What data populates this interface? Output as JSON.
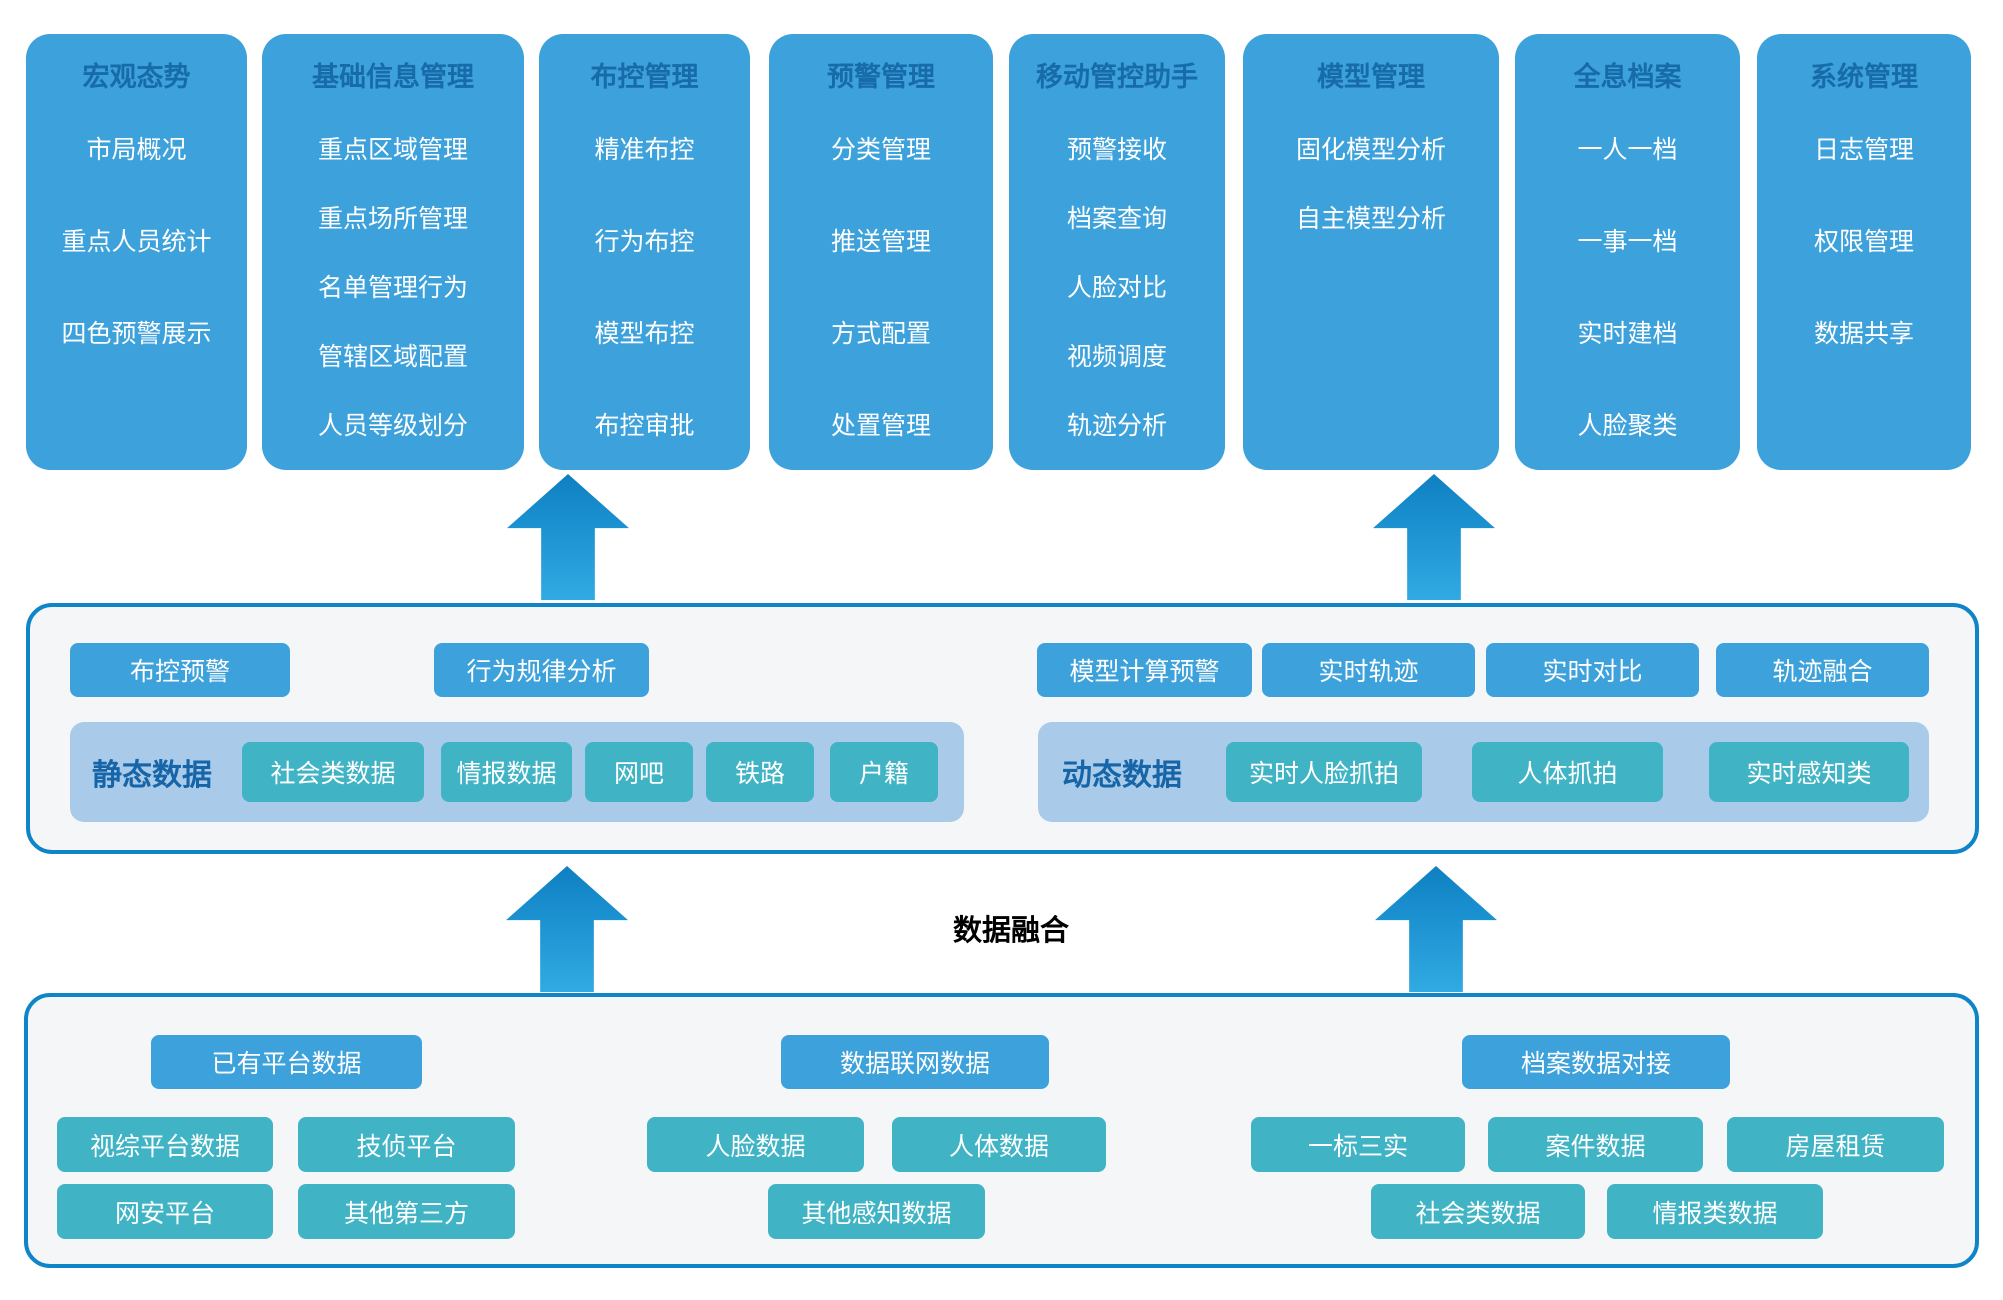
{
  "modules": [
    {
      "title": "宏观态势",
      "items": [
        "市局概况",
        "重点人员统计",
        "四色预警展示"
      ]
    },
    {
      "title": "基础信息管理",
      "items": [
        "重点区域管理",
        "重点场所管理",
        "名单管理行为",
        "管辖区域配置",
        "人员等级划分"
      ]
    },
    {
      "title": "布控管理",
      "items": [
        "精准布控",
        "行为布控",
        "模型布控",
        "布控审批"
      ]
    },
    {
      "title": "预警管理",
      "items": [
        "分类管理",
        "推送管理",
        "方式配置",
        "处置管理"
      ]
    },
    {
      "title": "移动管控助手",
      "items": [
        "预警接收",
        "档案查询",
        "人脸对比",
        "视频调度",
        "轨迹分析"
      ]
    },
    {
      "title": "模型管理",
      "items": [
        "固化模型分析",
        "自主模型分析"
      ]
    },
    {
      "title": "全息档案",
      "items": [
        "一人一档",
        "一事一档",
        "实时建档",
        "人脸聚类"
      ]
    },
    {
      "title": "系统管理",
      "items": [
        "日志管理",
        "权限管理",
        "数据共享"
      ]
    }
  ],
  "analysis_layer": {
    "left_buttons": [
      "布控预警",
      "行为规律分析"
    ],
    "right_buttons": [
      "模型计算预警",
      "实时轨迹",
      "实时对比",
      "轨迹融合"
    ],
    "static_group": {
      "label": "静态数据",
      "items": [
        "社会类数据",
        "情报数据",
        "网吧",
        "铁路",
        "户籍"
      ]
    },
    "dynamic_group": {
      "label": "动态数据",
      "items": [
        "实时人脸抓拍",
        "人体抓拍",
        "实时感知类"
      ]
    }
  },
  "fusion_label": "数据融合",
  "source_layer": {
    "groups": [
      {
        "header": "已有平台数据",
        "items": [
          "视综平台数据",
          "技侦平台",
          "网安平台",
          "其他第三方"
        ]
      },
      {
        "header": "数据联网数据",
        "items": [
          "人脸数据",
          "人体数据",
          "其他感知数据"
        ]
      },
      {
        "header": "档案数据对接",
        "items": [
          "一标三实",
          "案件数据",
          "房屋租赁",
          "社会类数据",
          "情报类数据"
        ]
      }
    ]
  },
  "colors": {
    "primary_blue": "#3da1db",
    "module_title_blue": "#176ba8",
    "teal": "#40b4c4",
    "strip_bg": "#a9cbe9",
    "strip_label_blue": "#1565a8",
    "box_border_blue": "#0d85c8",
    "box_bg": "#f4f6f8",
    "arrow_gradient_top": "#0f80c2",
    "arrow_gradient_bottom": "#31aae2"
  }
}
